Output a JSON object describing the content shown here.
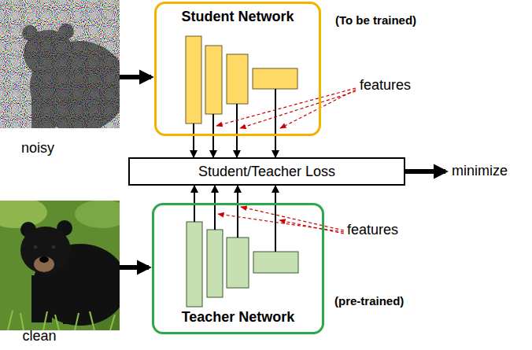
{
  "diagram": {
    "nodes": [
      {
        "text": [
          "Student Network"
        ]
      },
      {
        "text": [
          "Student/Teacher Loss"
        ]
      },
      {
        "text": [
          "Teacher Network"
        ]
      }
    ],
    "edges": [
      {
        "from": 0,
        "to": 1,
        "arrow": "to"
      },
      {
        "from": 0,
        "to": 1,
        "arrow": "to"
      },
      {
        "from": 0,
        "to": 1,
        "arrow": "to"
      },
      {
        "from": 0,
        "to": 1,
        "arrow": "to"
      },
      {
        "from": 2,
        "to": 1,
        "arrow": "to"
      },
      {
        "from": 2,
        "to": 1,
        "arrow": "to"
      },
      {
        "from": 2,
        "to": 1,
        "arrow": "to"
      },
      {
        "from": 2,
        "to": 1,
        "arrow": "to"
      }
    ],
    "labels": [
      "(To be trained)",
      "features",
      "noisy",
      "minimize",
      "features",
      "(pre-trained)",
      "clean"
    ]
  }
}
